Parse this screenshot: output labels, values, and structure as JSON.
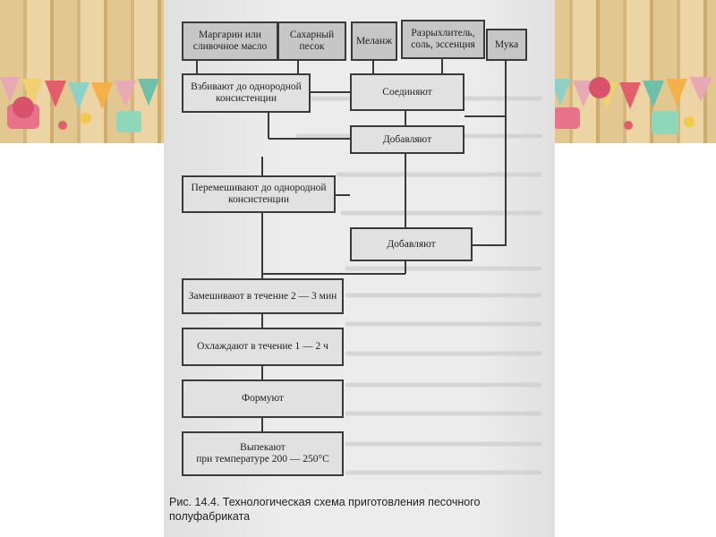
{
  "inputs": [
    "Маргарин или\nсливочное масло",
    "Сахарный\nпесок",
    "Меланж",
    "Разрыхлитель,\nсоль, эссенция",
    "Мука"
  ],
  "steps": {
    "beat": "Взбивают до однородной\nконсистенции",
    "combine": "Соединяют",
    "add1": "Добавляют",
    "mix": "Перемешивают до однородной\nконсистенции",
    "add2": "Добавляют",
    "knead": "Замешивают в течение 2 — 3 мин",
    "cool": "Охлаждают в течение 1 — 2 ч",
    "shape": "Формуют",
    "bake": "Выпекают\nпри температуре 200 — 250°С"
  },
  "caption": "Рис. 14.4. Технологическая схема приготовления песочного полуфабриката"
}
